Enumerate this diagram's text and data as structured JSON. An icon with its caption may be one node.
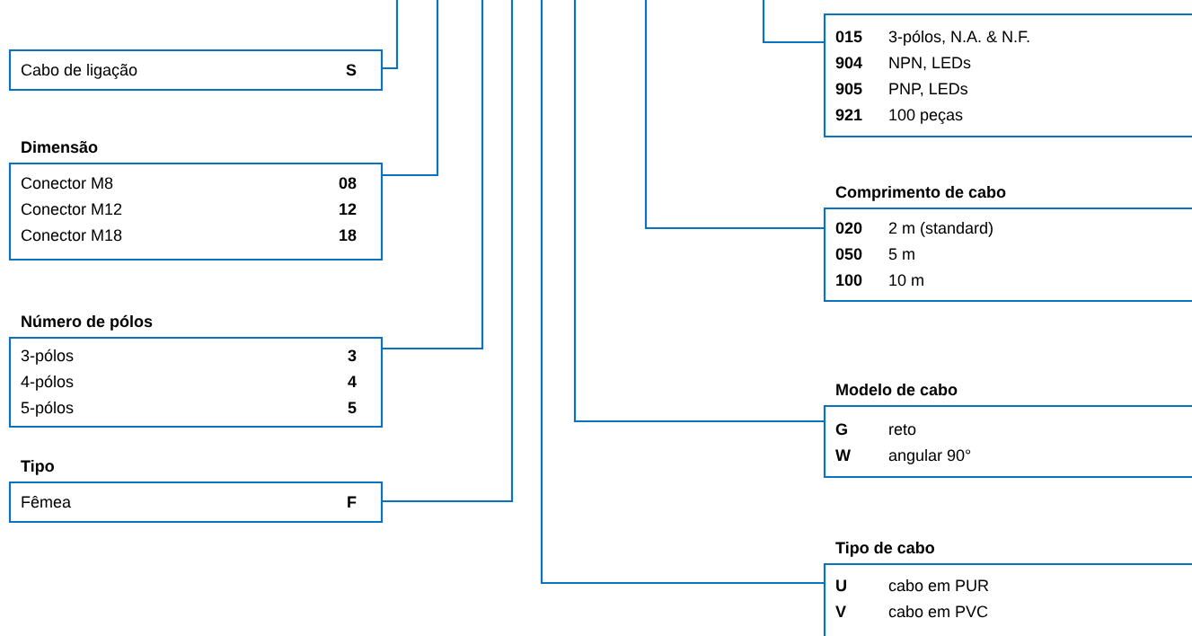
{
  "diagram": {
    "nodes": [
      {
        "text": [
          "Cabo de ligação",
          "S"
        ]
      },
      {
        "text": [
          "Dimensão",
          "Conector M8",
          "08",
          "Conector M12",
          "12",
          "Conector M18",
          "18"
        ]
      },
      {
        "text": [
          "Número de pólos",
          "3-pólos",
          "3",
          "4-pólos",
          "4",
          "5-pólos",
          "5"
        ]
      },
      {
        "text": [
          "Tipo",
          "Fêmea",
          "F"
        ]
      },
      {
        "text": [
          "015",
          "3-pólos, N.A. & N.F.",
          "904",
          "NPN, LEDs",
          "905",
          "PNP, LEDs",
          "921",
          "100 peças"
        ]
      },
      {
        "text": [
          "Comprimento de cabo",
          "020",
          "2 m (standard)",
          "050",
          "5 m",
          "100",
          "10 m"
        ]
      },
      {
        "text": [
          "Modelo de cabo",
          "G",
          "reto",
          "W",
          "angular 90°"
        ]
      },
      {
        "text": [
          "Tipo de cabo",
          "U",
          "cabo em PUR",
          "V",
          "cabo em PVC"
        ]
      }
    ],
    "edges": [
      {
        "from": null,
        "to": 0,
        "arrow": "none"
      },
      {
        "from": null,
        "to": 1,
        "arrow": "none"
      },
      {
        "from": null,
        "to": 2,
        "arrow": "none"
      },
      {
        "from": null,
        "to": 3,
        "arrow": "none"
      },
      {
        "from": null,
        "to": 4,
        "arrow": "none"
      },
      {
        "from": null,
        "to": 5,
        "arrow": "none"
      },
      {
        "from": null,
        "to": 6,
        "arrow": "none"
      },
      {
        "from": null,
        "to": 7,
        "arrow": "none"
      }
    ]
  }
}
